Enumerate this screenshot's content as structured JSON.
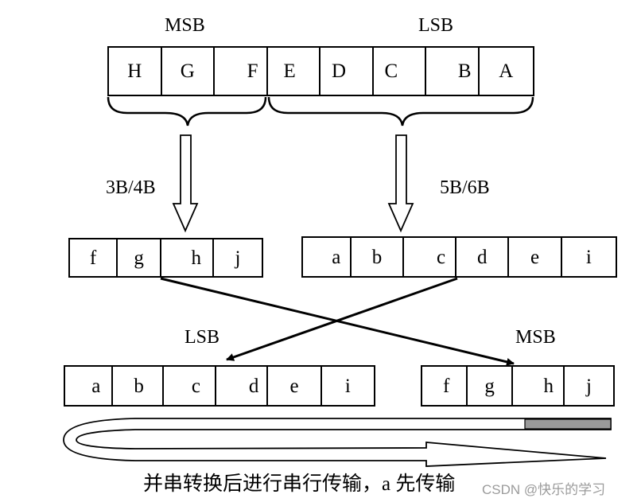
{
  "top": {
    "msb_label": "MSB",
    "lsb_label": "LSB",
    "cells": [
      "H",
      "G",
      "F",
      "E",
      "D",
      "C",
      "B",
      "A"
    ]
  },
  "encoders": {
    "left": "3B/4B",
    "right": "5B/6B"
  },
  "mid": {
    "left_cells": [
      "f",
      "g",
      "h",
      "j"
    ],
    "right_cells": [
      "a",
      "b",
      "c",
      "d",
      "e",
      "i"
    ]
  },
  "bottom": {
    "lsb_label": "LSB",
    "msb_label": "MSB",
    "left_cells": [
      "a",
      "b",
      "c",
      "d",
      "e",
      "i"
    ],
    "right_cells": [
      "f",
      "g",
      "h",
      "j"
    ]
  },
  "caption": "并串转换后进行串行传输，a 先传输",
  "watermark": "CSDN @快乐的学习"
}
